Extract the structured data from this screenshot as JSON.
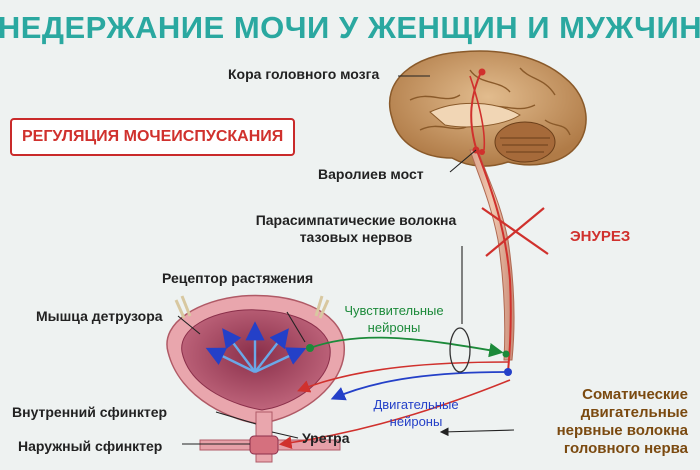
{
  "title": "НЕДЕРЖАНИЕ МОЧИ У ЖЕНЩИН И МУЖЧИН",
  "badge": "РЕГУЛЯЦИЯ МОЧЕИСПУСКАНИЯ",
  "labels": {
    "cortex": "Кора головного мозга",
    "pons": "Варолиев мост",
    "parasympathetic_1": "Парасимпатические волокна",
    "parasympathetic_2": "тазовых нервов",
    "enuresis": "ЭНУРЕЗ",
    "stretch_receptor": "Рецептор растяжения",
    "sensory_1": "Чувствительные",
    "sensory_2": "нейроны",
    "detrusor": "Мышца детрузора",
    "motor_1": "Двигательные",
    "motor_2": "нейроны",
    "internal_sphincter": "Внутренний сфинктер",
    "urethra": "Уретра",
    "external_sphincter": "Наружный сфинктер",
    "somatic_1": "Соматические",
    "somatic_2": "двигательные",
    "somatic_3": "нервные волокна",
    "somatic_4": "головного нерва"
  },
  "colors": {
    "title": "#2aa8a0",
    "badge_text": "#d0312d",
    "nerve_red": "#d0312d",
    "sensory_green": "#1c8a3a",
    "motor_blue": "#2440c8",
    "brain": "#c89a6a",
    "bladder_wall": "#e9a6ad",
    "bladder_inner": "#c0506a"
  }
}
